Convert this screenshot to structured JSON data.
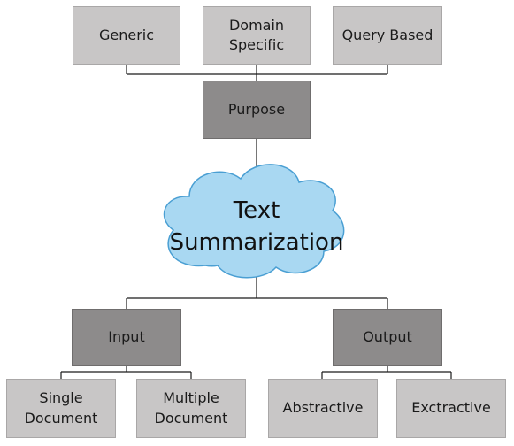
{
  "top_row": {
    "generic": "Generic",
    "domain_specific_line1": "Domain",
    "domain_specific_line2": "Specific",
    "query_based": "Query Based"
  },
  "purpose": "Purpose",
  "center": {
    "line1": "Text",
    "line2": "Summarization"
  },
  "input": {
    "label": "Input",
    "single_line1": "Single",
    "single_line2": "Document",
    "multiple_line1": "Multiple",
    "multiple_line2": "Document"
  },
  "output": {
    "label": "Output",
    "abstractive": "Abstractive",
    "extractive": "Exctractive"
  },
  "colors": {
    "light_box": "#c8c6c6",
    "dark_box": "#8d8b8b",
    "cloud_fill": "#a9d8f2",
    "cloud_stroke": "#4a9fd3",
    "connector": "#1a1a1a"
  }
}
